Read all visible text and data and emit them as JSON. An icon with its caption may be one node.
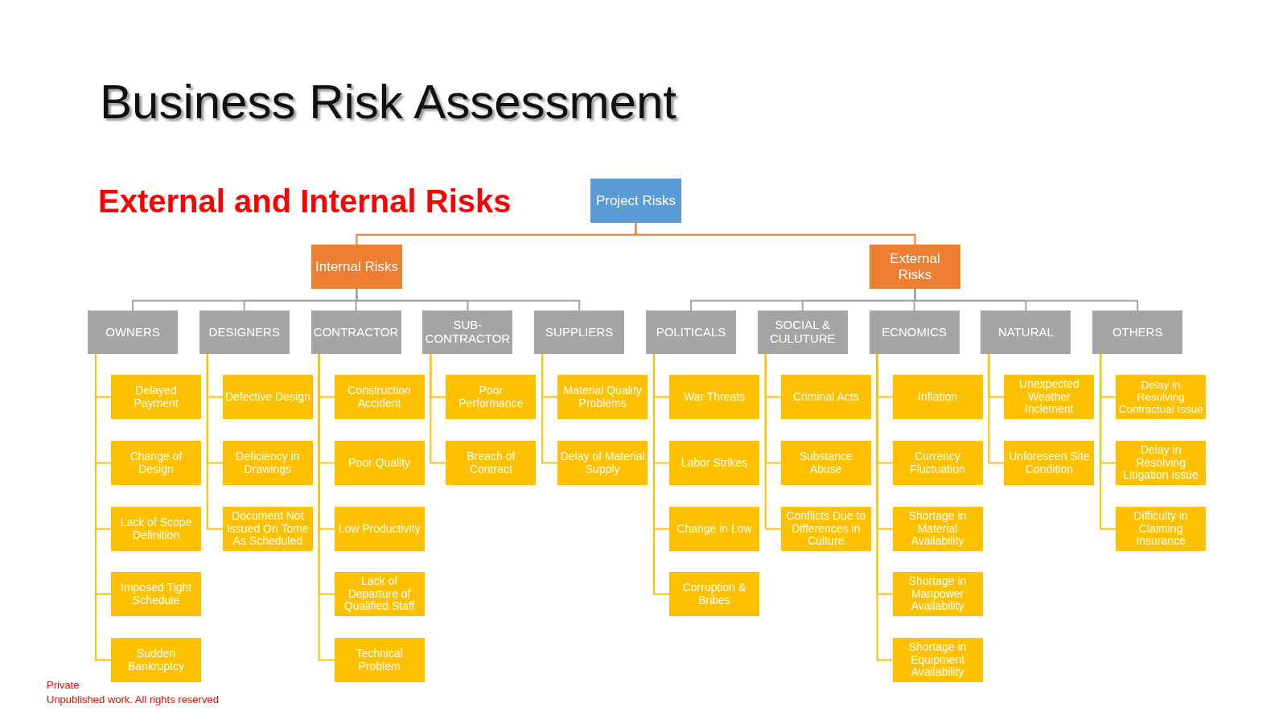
{
  "diagram": {
    "title": "Business Risk Assessment",
    "nodes": [
      {
        "text": [
          "Project Risks"
        ]
      },
      {
        "text": [
          "Internal Risks"
        ]
      },
      {
        "text": [
          "External Risks"
        ]
      },
      {
        "text": [
          "OWNERS"
        ]
      },
      {
        "text": [
          "DESIGNERS"
        ]
      },
      {
        "text": [
          "CONTRACTOR"
        ]
      },
      {
        "text": [
          "SUB-CONTRACTOR"
        ]
      },
      {
        "text": [
          "SUPPLIERS"
        ]
      },
      {
        "text": [
          "POLITICALS"
        ]
      },
      {
        "text": [
          "SOCIAL & CULUTURE"
        ]
      },
      {
        "text": [
          "ECNOMICS"
        ]
      },
      {
        "text": [
          "NATURAL"
        ]
      },
      {
        "text": [
          "OTHERS"
        ]
      },
      {
        "text": [
          "Delayed Payment"
        ]
      },
      {
        "text": [
          "Change of Design"
        ]
      },
      {
        "text": [
          "Lack of Scope Definition"
        ]
      },
      {
        "text": [
          "Imposed Tight Schedule"
        ]
      },
      {
        "text": [
          "Sudden Bankruptcy"
        ]
      },
      {
        "text": [
          "Defective Design"
        ]
      },
      {
        "text": [
          "Deficiency in Drawings"
        ]
      },
      {
        "text": [
          "Document Not Issued On Tome As Scheduled"
        ]
      },
      {
        "text": [
          "Construction Accident"
        ]
      },
      {
        "text": [
          "Poor Quality"
        ]
      },
      {
        "text": [
          "Low Productivity"
        ]
      },
      {
        "text": [
          "Lack of Departure of Qualified Staff"
        ]
      },
      {
        "text": [
          "Technical Problem"
        ]
      },
      {
        "text": [
          "Poor Performance"
        ]
      },
      {
        "text": [
          "Breach of Contract"
        ]
      },
      {
        "text": [
          "Material Quality Problems"
        ]
      },
      {
        "text": [
          "Delay of Material Supply"
        ]
      },
      {
        "text": [
          "War Threats"
        ]
      },
      {
        "text": [
          "Labor Strikes"
        ]
      },
      {
        "text": [
          "Change in Low"
        ]
      },
      {
        "text": [
          "Corruption & Bribes"
        ]
      },
      {
        "text": [
          "Criminal Acts"
        ]
      },
      {
        "text": [
          "Substance Abuse"
        ]
      },
      {
        "text": [
          "Conflicts Due to Differences in Culture"
        ]
      },
      {
        "text": [
          "Inflation"
        ]
      },
      {
        "text": [
          "Currency Fluctuation"
        ]
      },
      {
        "text": [
          "Shortage in Material Availability"
        ]
      },
      {
        "text": [
          "Shortage in Manpower Availability"
        ]
      },
      {
        "text": [
          "Shortage in Equipment Availability"
        ]
      },
      {
        "text": [
          "Unexpected Weather Inclement"
        ]
      },
      {
        "text": [
          "Unforeseen Site Condition"
        ]
      },
      {
        "text": [
          "Delay in Resolving Contractual Issue"
        ]
      },
      {
        "text": [
          "Delay in Resolving Litigation Issue"
        ]
      },
      {
        "text": [
          "Difficulty in Claiming Insurance"
        ]
      }
    ],
    "edges": [
      {
        "from": 0,
        "to": 1,
        "arrow": "none",
        "color": "#ed7d31"
      },
      {
        "from": 0,
        "to": 2,
        "arrow": "none",
        "color": "#ed7d31"
      },
      {
        "from": 1,
        "to": 3,
        "arrow": "none",
        "color": "#a5a5a5"
      },
      {
        "from": 1,
        "to": 4,
        "arrow": "none",
        "color": "#a5a5a5"
      },
      {
        "from": 1,
        "to": 5,
        "arrow": "none",
        "color": "#a5a5a5"
      },
      {
        "from": 1,
        "to": 6,
        "arrow": "none",
        "color": "#a5a5a5"
      },
      {
        "from": 1,
        "to": 7,
        "arrow": "none",
        "color": "#a5a5a5"
      },
      {
        "from": 2,
        "to": 8,
        "arrow": "none",
        "color": "#a5a5a5"
      },
      {
        "from": 2,
        "to": 9,
        "arrow": "none",
        "color": "#a5a5a5"
      },
      {
        "from": 2,
        "to": 10,
        "arrow": "none",
        "color": "#a5a5a5"
      },
      {
        "from": 2,
        "to": 11,
        "arrow": "none",
        "color": "#a5a5a5"
      },
      {
        "from": 2,
        "to": 12,
        "arrow": "none",
        "color": "#a5a5a5"
      },
      {
        "from": 3,
        "to": 13,
        "arrow": "none"
      },
      {
        "from": 3,
        "to": 14,
        "arrow": "none"
      },
      {
        "from": 3,
        "to": 15,
        "arrow": "none"
      },
      {
        "from": 3,
        "to": 16,
        "arrow": "none"
      },
      {
        "from": 3,
        "to": 17,
        "arrow": "none"
      },
      {
        "from": 4,
        "to": 18,
        "arrow": "none"
      },
      {
        "from": 4,
        "to": 19,
        "arrow": "none"
      },
      {
        "from": 4,
        "to": 20,
        "arrow": "none"
      },
      {
        "from": 5,
        "to": 21,
        "arrow": "none"
      },
      {
        "from": 5,
        "to": 22,
        "arrow": "none"
      },
      {
        "from": 5,
        "to": 23,
        "arrow": "none"
      },
      {
        "from": 5,
        "to": 24,
        "arrow": "none"
      },
      {
        "from": 5,
        "to": 25,
        "arrow": "none"
      },
      {
        "from": 6,
        "to": 26,
        "arrow": "none"
      },
      {
        "from": 6,
        "to": 27,
        "arrow": "none"
      },
      {
        "from": 7,
        "to": 28,
        "arrow": "none"
      },
      {
        "from": 7,
        "to": 29,
        "arrow": "none"
      },
      {
        "from": 8,
        "to": 30,
        "arrow": "none"
      },
      {
        "from": 8,
        "to": 31,
        "arrow": "none"
      },
      {
        "from": 8,
        "to": 32,
        "arrow": "none"
      },
      {
        "from": 8,
        "to": 33,
        "arrow": "none"
      },
      {
        "from": 9,
        "to": 34,
        "arrow": "none"
      },
      {
        "from": 9,
        "to": 35,
        "arrow": "none"
      },
      {
        "from": 9,
        "to": 36,
        "arrow": "none"
      },
      {
        "from": 10,
        "to": 37,
        "arrow": "none"
      },
      {
        "from": 10,
        "to": 38,
        "arrow": "none"
      },
      {
        "from": 10,
        "to": 39,
        "arrow": "none"
      },
      {
        "from": 10,
        "to": 40,
        "arrow": "none"
      },
      {
        "from": 10,
        "to": 41,
        "arrow": "none"
      },
      {
        "from": 11,
        "to": 42,
        "arrow": "none"
      },
      {
        "from": 11,
        "to": 43,
        "arrow": "none"
      },
      {
        "from": 12,
        "to": 44,
        "arrow": "none"
      },
      {
        "from": 12,
        "to": 45,
        "arrow": "none"
      },
      {
        "from": 12,
        "to": 46,
        "arrow": "none"
      }
    ],
    "labels": [
      "External and Internal Risks",
      "Private",
      "Unpublished work. All rights reserved"
    ]
  }
}
